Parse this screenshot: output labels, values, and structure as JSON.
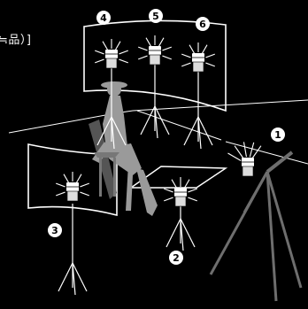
{
  "header": {
    "partial_title": "≒品）]"
  },
  "flash_units": [
    {
      "number": "①",
      "label": "1"
    },
    {
      "number": "②",
      "label": "2"
    },
    {
      "number": "③",
      "label": "3"
    },
    {
      "number": "④",
      "label": "4"
    },
    {
      "number": "⑤",
      "label": "5"
    },
    {
      "number": "⑥",
      "label": "6"
    }
  ],
  "colors": {
    "background": "#000000",
    "lines": "#ffffff",
    "model": "#9a9a9a",
    "stand_dark": "#6e6e6e"
  }
}
